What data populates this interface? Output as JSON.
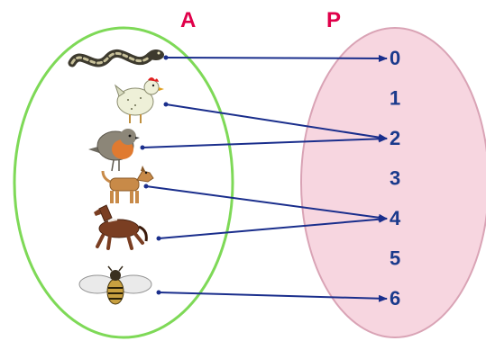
{
  "sets": {
    "A": {
      "label": "A",
      "color": "#e0004a",
      "outline": "#7ed957"
    },
    "P": {
      "label": "P",
      "color": "#e0004a",
      "fill": "#f7d6e0",
      "outline": "#d9a3b5"
    }
  },
  "domain": [
    {
      "id": "snake",
      "icon": "snake-icon"
    },
    {
      "id": "hen",
      "icon": "hen-icon"
    },
    {
      "id": "robin",
      "icon": "robin-icon"
    },
    {
      "id": "dog",
      "icon": "dog-icon"
    },
    {
      "id": "horse",
      "icon": "horse-icon"
    },
    {
      "id": "bee",
      "icon": "bee-icon"
    }
  ],
  "codomain": [
    "0",
    "1",
    "2",
    "3",
    "4",
    "5",
    "6"
  ],
  "mapping": [
    {
      "from": "snake",
      "to": "0"
    },
    {
      "from": "hen",
      "to": "2"
    },
    {
      "from": "robin",
      "to": "2"
    },
    {
      "from": "dog",
      "to": "4"
    },
    {
      "from": "horse",
      "to": "4"
    },
    {
      "from": "bee",
      "to": "6"
    }
  ],
  "colors": {
    "arrow": "#1a2e8c",
    "number": "#1a3a8c"
  }
}
